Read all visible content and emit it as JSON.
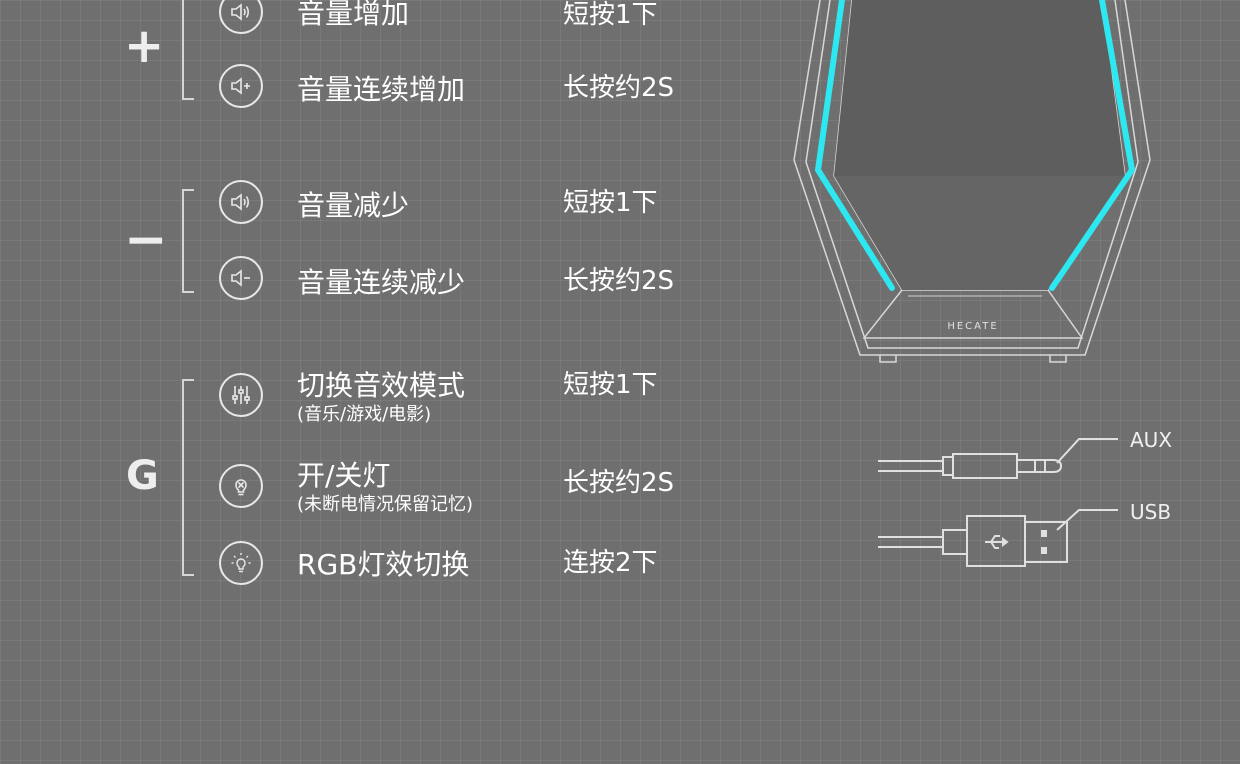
{
  "groups": {
    "plus": {
      "symbol": "+",
      "rows": [
        {
          "label": "音量增加",
          "action": "短按1下",
          "icon": "speaker-icon"
        },
        {
          "label": "音量连续增加",
          "action": "长按约2S",
          "icon": "speaker-plus-icon"
        }
      ]
    },
    "minus": {
      "symbol": "−",
      "rows": [
        {
          "label": "音量减少",
          "action": "短按1下",
          "icon": "speaker-icon"
        },
        {
          "label": "音量连续减少",
          "action": "长按约2S",
          "icon": "speaker-minus-icon"
        }
      ]
    },
    "g": {
      "symbol": "G",
      "rows": [
        {
          "label": "切换音效模式",
          "sublabel": "(音乐/游戏/电影)",
          "action": "短按1下",
          "icon": "equalizer-icon"
        },
        {
          "label": "开/关灯",
          "sublabel": "(未断电情况保留记忆)",
          "action": "长按约2S",
          "icon": "bulb-off-icon"
        },
        {
          "label": "RGB灯效切换",
          "action": "连按2下",
          "icon": "bulb-rgb-icon"
        }
      ]
    }
  },
  "speaker": {
    "brand": "HECATE",
    "accent": "#2de8f0"
  },
  "cables": {
    "aux": "AUX",
    "usb": "USB"
  },
  "colors": {
    "background": "#6f6f6f",
    "line": "#e8e8e8"
  }
}
